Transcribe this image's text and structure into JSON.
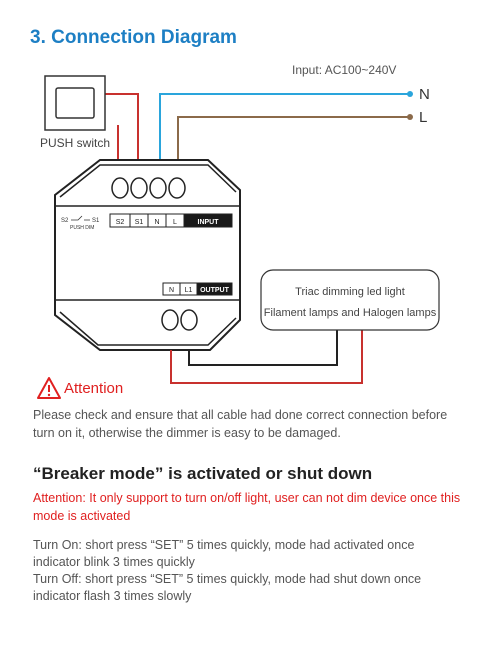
{
  "title": "3. Connection Diagram",
  "diagram": {
    "input_label": "Input: AC100~240V",
    "n_label": "N",
    "l_label": "L",
    "push_switch_label": "PUSH switch",
    "terminal_s2_s1": "S2",
    "terminal_s1": "S1",
    "switch_s2": "S2",
    "switch_s1": "S1",
    "push_dim": "PUSH DIM",
    "input_terminals": [
      "S2",
      "S1",
      "N",
      "L"
    ],
    "input_header": "INPUT",
    "output_terminals": [
      "N",
      "L1"
    ],
    "output_header": "OUTPUT",
    "load_line1": "Triac dimming led light",
    "load_line2": "Filament lamps and Halogen lamps",
    "colors": {
      "neutral_wire": "#2aa5dc",
      "live_wire": "#8b6a4a",
      "switch_wire": "#c8312e",
      "load_wire": "#c8312e"
    }
  },
  "attention": {
    "label": "Attention",
    "text": "Please check and ensure that all cable had done correct connection before turn on it, otherwise the dimmer is easy to be damaged."
  },
  "breaker": {
    "heading": "“Breaker mode” is activated or shut down",
    "note": "Attention: It only support to turn on/off light, user can not dim device once this mode is activated",
    "turn_on_1": "Turn On:  short press “SET” 5 times quickly, mode had activated once",
    "turn_on_2": "indicator blink 3 times quickly",
    "turn_off_1": "Turn Off:  short press “SET” 5 times quickly, mode had shut down once",
    "turn_off_2": "indicator flash 3 times slowly"
  }
}
